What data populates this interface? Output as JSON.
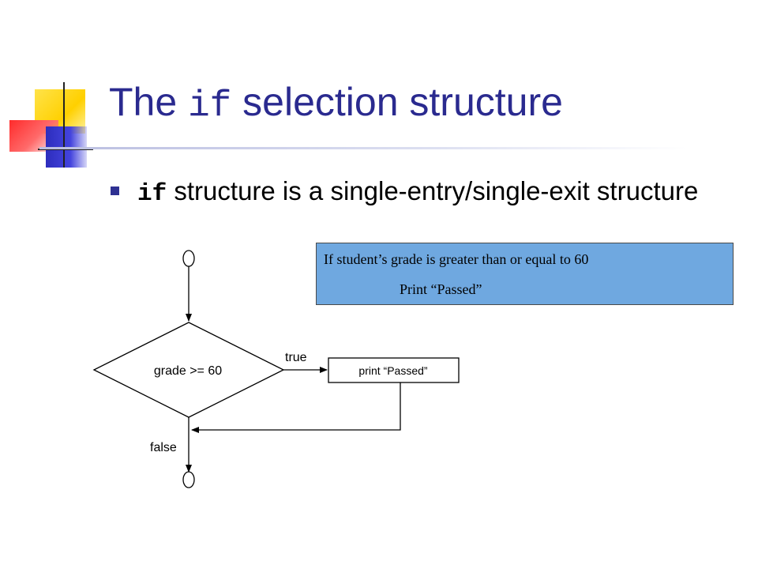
{
  "slide": {
    "title_prefix": "The ",
    "title_code": "if",
    "title_suffix": " selection structure",
    "bullet_code": "if",
    "bullet_text": " structure is a single-entry/single-exit structure"
  },
  "note": {
    "line1": "If student’s grade is greater than or equal to 60",
    "line2": "Print “Passed”"
  },
  "flowchart": {
    "decision": "grade >= 60",
    "action": "print “Passed”",
    "true_label": "true",
    "false_label": "false"
  },
  "colors": {
    "title": "#2a2a8f",
    "note_fill": "#6fa8e0",
    "deco_yellow": "#ffd600",
    "deco_blue": "#3333cc",
    "deco_red": "#ff3333"
  }
}
